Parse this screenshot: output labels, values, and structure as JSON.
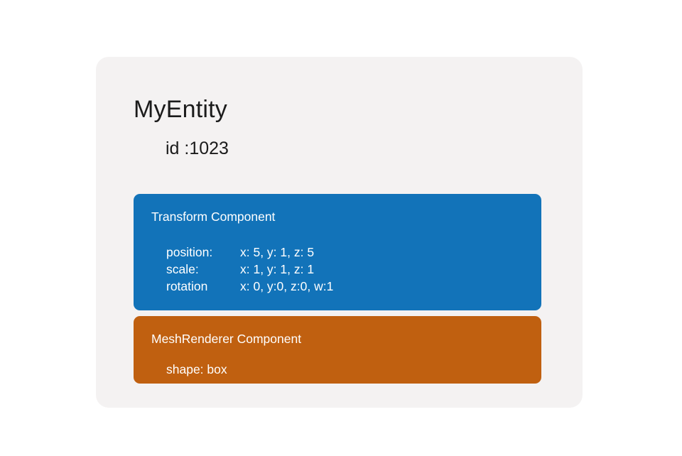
{
  "entity": {
    "name": "MyEntity",
    "id_text": "id :1023"
  },
  "components": {
    "transform": {
      "title": "Transform Component",
      "color": "#1273b9",
      "rows": [
        {
          "label": "position:",
          "value": "x: 5, y: 1, z: 5"
        },
        {
          "label": "scale:",
          "value": "x: 1, y: 1, z: 1"
        },
        {
          "label": "rotation",
          "value": "x: 0, y:0, z:0, w:1"
        }
      ]
    },
    "mesh": {
      "title": "MeshRenderer Component",
      "color": "#c06010",
      "shape_text": "shape: box"
    }
  },
  "colors": {
    "page_background": "#ffffff",
    "card_background": "#f4f2f2",
    "text_dark": "#1b1b1b",
    "text_on_component": "#ffffff"
  }
}
